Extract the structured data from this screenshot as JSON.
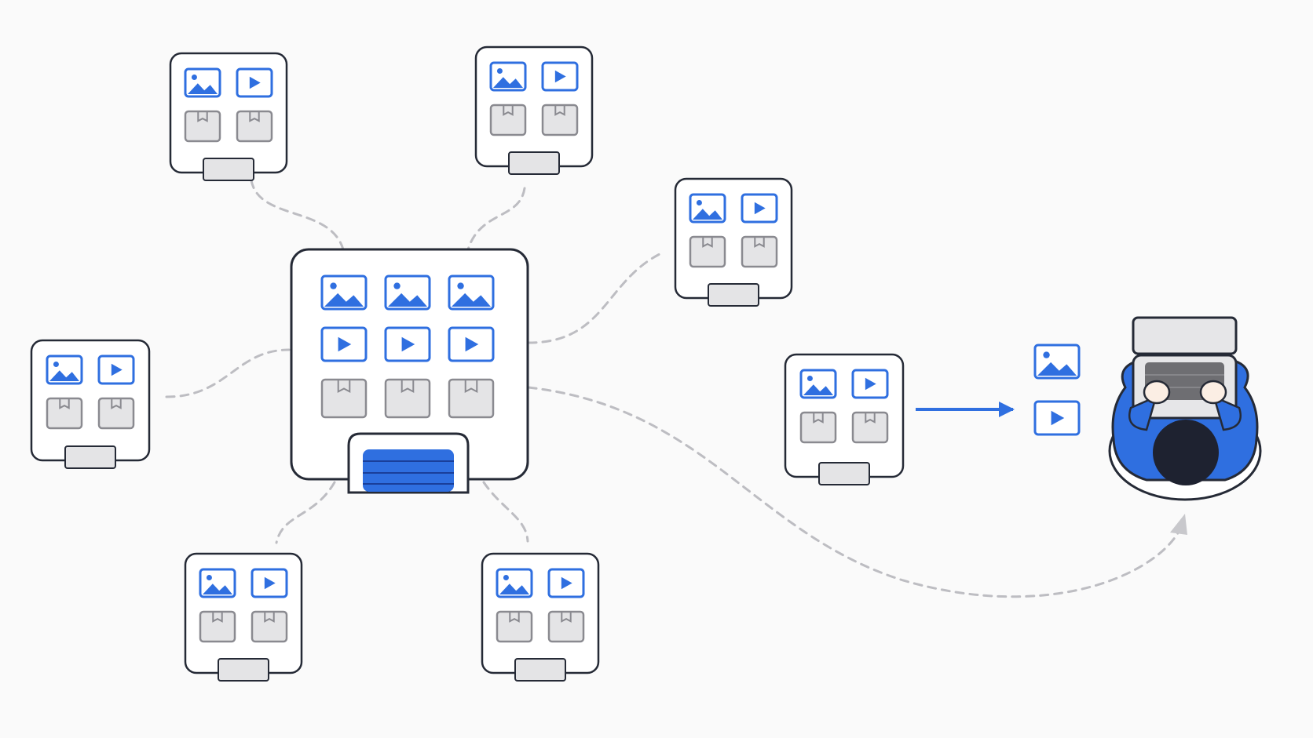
{
  "colors": {
    "background": "#fafafa",
    "accent_blue": "#2f6fe0",
    "outline_dark": "#252a36",
    "box_gray_fill": "#e4e4e6",
    "box_gray_stroke": "#8a8a90",
    "dashed_line": "#bdbdc2",
    "skin": "#fbeee4",
    "hair": "#1e2230",
    "laptop_body": "#e6e6e8",
    "keyboard": "#6e6e72"
  },
  "diagram": {
    "central_node": {
      "name": "central-distribution-hub",
      "image_icons": 3,
      "video_icons": 3,
      "package_icons": 3,
      "door": "blue-rollup-door"
    },
    "satellite_nodes": [
      {
        "name": "node-top-left",
        "icons": [
          "image-icon",
          "play-icon",
          "package-icon",
          "package-icon"
        ]
      },
      {
        "name": "node-top-center",
        "icons": [
          "image-icon",
          "play-icon",
          "package-icon",
          "package-icon"
        ]
      },
      {
        "name": "node-right",
        "icons": [
          "image-icon",
          "play-icon",
          "package-icon",
          "package-icon"
        ]
      },
      {
        "name": "node-left",
        "icons": [
          "image-icon",
          "play-icon",
          "package-icon",
          "package-icon"
        ]
      },
      {
        "name": "node-bottom-left",
        "icons": [
          "image-icon",
          "play-icon",
          "package-icon",
          "package-icon"
        ]
      },
      {
        "name": "node-bottom-center",
        "icons": [
          "image-icon",
          "play-icon",
          "package-icon",
          "package-icon"
        ]
      },
      {
        "name": "node-edge",
        "icons": [
          "image-icon",
          "play-icon",
          "package-icon",
          "package-icon"
        ]
      }
    ],
    "delivered_media": [
      "image-icon",
      "play-icon"
    ],
    "end_user": "person-at-laptop-icon",
    "connectors": [
      "dashed-link",
      "solid-delivery-arrow",
      "dashed-origin-to-user-arrow"
    ]
  }
}
